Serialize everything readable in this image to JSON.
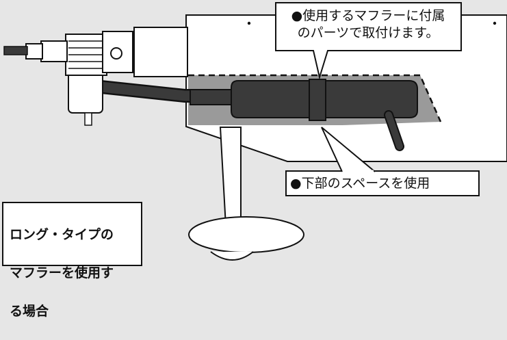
{
  "callouts": {
    "top_line1": "●使用するマフラーに付属",
    "top_line2": "のパーツで取付けます。",
    "bottom": "●下部のスペースを使用"
  },
  "caption": {
    "line1": "ロング・タイプの",
    "line2": "マフラーを使用す",
    "line3": "る場合"
  },
  "colors": {
    "background": "#e6e6e6",
    "fuselage": "#ffffff",
    "space_area": "#9a9a9a",
    "muffler": "#3a3a3a",
    "outline": "#111111"
  }
}
